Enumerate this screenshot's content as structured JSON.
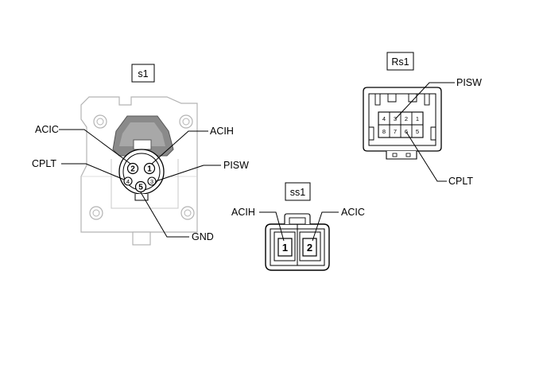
{
  "s1": {
    "tag": "s1",
    "pins": {
      "p1": "1",
      "p2": "2",
      "p3": "3",
      "p4": "4",
      "p5": "5"
    },
    "labels": {
      "acic": "ACIC",
      "acih": "ACIH",
      "cplt": "CPLT",
      "pisw": "PISW",
      "gnd": "GND"
    }
  },
  "rs1": {
    "tag": "Rs1",
    "pins_top": [
      "4",
      "3",
      "2",
      "1"
    ],
    "pins_bottom": [
      "8",
      "7",
      "6",
      "5"
    ],
    "labels": {
      "pisw": "PISW",
      "cplt": "CPLT"
    }
  },
  "ss1": {
    "tag": "ss1",
    "pins": {
      "p1": "1",
      "p2": "2"
    },
    "labels": {
      "acih": "ACIH",
      "acic": "ACIC"
    }
  }
}
